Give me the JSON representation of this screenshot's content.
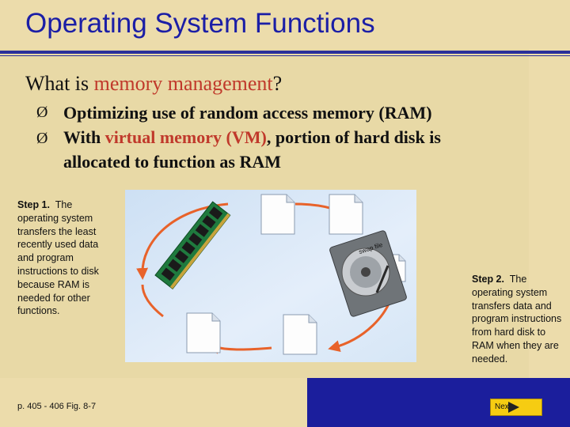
{
  "slide": {
    "title": "Operating System Functions",
    "question_prefix": "What is ",
    "question_highlight": "memory management",
    "question_suffix": "?",
    "bullet_glyph": "Ø",
    "bullets": {
      "b1": "Optimizing use of random access memory (RAM)",
      "b2_prefix": "With ",
      "b2_highlight": "virtual memory (VM)",
      "b2_suffix": ", portion of hard disk is",
      "b2_line2": "allocated to function as RAM"
    }
  },
  "step1": {
    "label": "Step 1.",
    "lines": [
      "The",
      "operating system",
      "transfers the least",
      "recently used data",
      "and program",
      "instructions to disk",
      "because RAM is",
      "needed for other",
      "functions."
    ]
  },
  "step2": {
    "label": "Step 2.",
    "lines": [
      "The",
      "operating system",
      "transfers data and",
      "program instructions",
      "from hard disk to",
      "RAM when they are",
      "needed."
    ]
  },
  "diagram": {
    "disk_label": "swap file",
    "icons": [
      "ram-module-icon",
      "document-icon",
      "hard-disk-icon",
      "cycle-arrows-icon"
    ]
  },
  "footer": {
    "reference": "p. 405 - 406 Fig. 8-7",
    "next_label": "Next"
  },
  "colors": {
    "title": "#1b1ea6",
    "highlight": "#c0392b",
    "band": "#ecdcab",
    "footer_band": "#1b1e9c",
    "arrow": "#e8622a",
    "next_button": "#f6cc12"
  }
}
